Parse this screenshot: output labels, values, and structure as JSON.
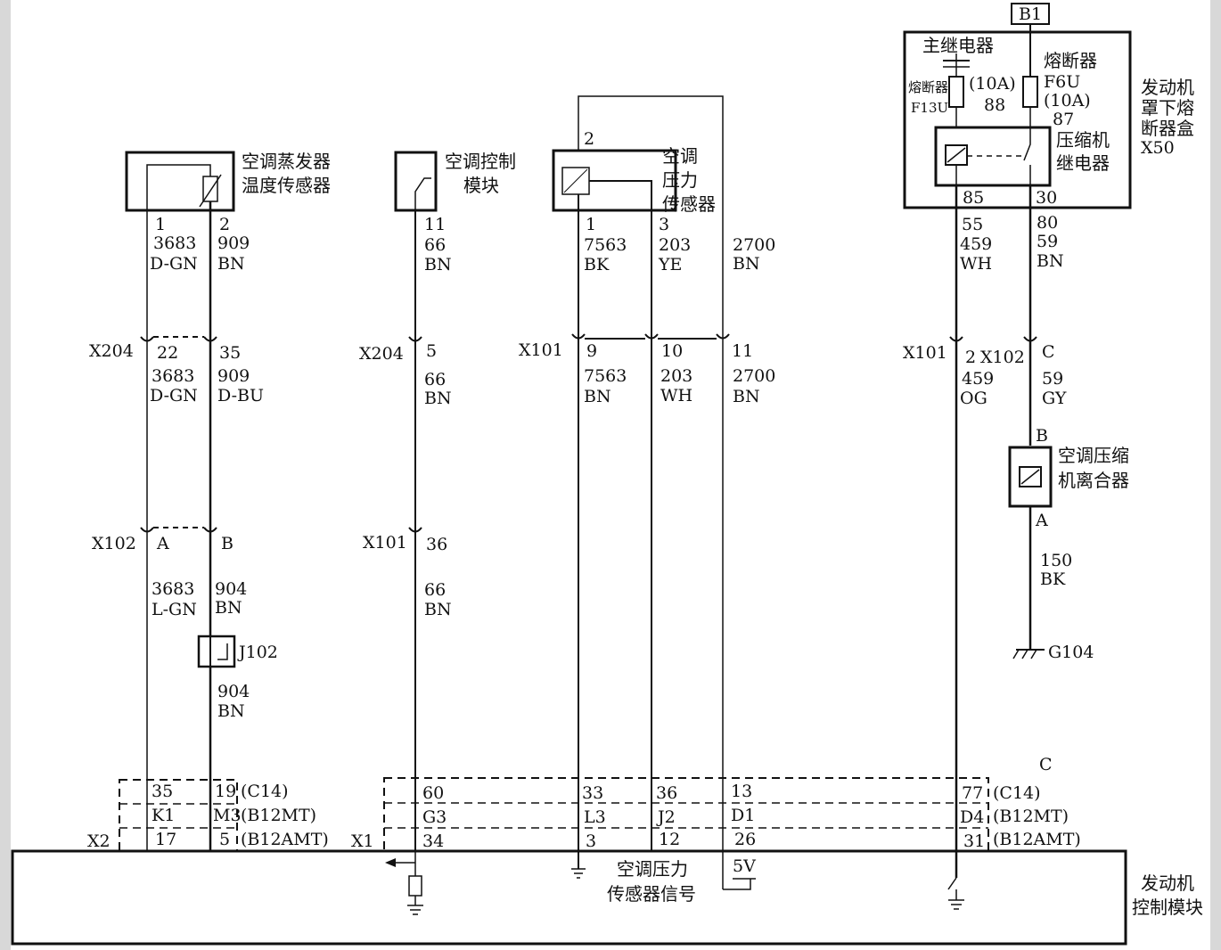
{
  "fuse_box": {
    "supply": "B1",
    "main_relay": "主继电器",
    "fuse_left_label": "熔断器",
    "fuse_left_rating": "(10A)",
    "fuse_left_id": "F13U",
    "fuse_left_pin": "88",
    "fuse_right_label": "熔断器",
    "fuse_right_id": "F6U",
    "fuse_right_rating": "(10A)",
    "fuse_right_pin": "87",
    "relay_l1": "压缩机",
    "relay_l2": "继电器",
    "pin_85": "85",
    "pin_30": "30",
    "box_l1": "发动机",
    "box_l2": "罩下熔",
    "box_l3": "断器盒",
    "box_id": "X50"
  },
  "components": {
    "evap_l1": "空调蒸发器",
    "evap_l2": "温度传感器",
    "ctrl_l1": "空调控制",
    "ctrl_l2": "模块",
    "press_l1": "空调",
    "press_l2": "压力",
    "press_l3": "传感器",
    "clutch_l1": "空调压缩",
    "clutch_l2": "机离合器",
    "clutch_pin_b": "B",
    "clutch_pin_a": "A",
    "ground_g104": "G104",
    "splice": "J102",
    "ecm_l1": "发动机",
    "ecm_l2": "控制模块",
    "ecm_signal_l1": "空调压力",
    "ecm_signal_l2": "传感器信号",
    "ecm_5v": "5V"
  },
  "wires": {
    "ev_pin1": "1",
    "ev_pin2": "2",
    "w1a_c": "3683",
    "w1a_k": "D-GN",
    "w2a_c": "909",
    "w2a_k": "BN",
    "x204": "X204",
    "x204_22": "22",
    "x204_35": "35",
    "w1b_c": "3683",
    "w1b_k": "D-GN",
    "w2b_c": "909",
    "w2b_k": "D-BU",
    "x102": "X102",
    "x102_a": "A",
    "x102_b": "B",
    "w1c_c": "3683",
    "w1c_k": "L-GN",
    "w2c_c": "904",
    "w2c_k": "BN",
    "w2d_c": "904",
    "w2d_k": "BN",
    "cm_pin": "11",
    "w3a_c": "66",
    "w3a_k": "BN",
    "x204b": "X204",
    "x204_5": "5",
    "w3b_c": "66",
    "w3b_k": "BN",
    "x101a": "X101",
    "x101_36": "36",
    "w3c_c": "66",
    "w3c_k": "BN",
    "ps_pin2": "2",
    "ps_pin1": "1",
    "ps_pin3": "3",
    "w4a_c": "7563",
    "w4a_k": "BK",
    "w5a_c": "203",
    "w5a_k": "YE",
    "w6a_c": "2700",
    "w6a_k": "BN",
    "x101b": "X101",
    "x101_9": "9",
    "x101_10": "10",
    "x101_11": "11",
    "w4b_c": "7563",
    "w4b_k": "BN",
    "w5b_c": "203",
    "w5b_k": "WH",
    "w6b_c": "2700",
    "w6b_k": "BN",
    "w7a_c": "55",
    "w7a_m": "459",
    "w7a_k": "WH",
    "w8a_c": "80",
    "w8a_m": "59",
    "w8a_k": "BN",
    "x101c": "X101",
    "x101_2": "2",
    "x102b": "X102",
    "x102_c": "C",
    "w7b_c": "459",
    "w7b_k": "OG",
    "w8b_c": "59",
    "w8b_k": "GY",
    "w9_c": "150",
    "w9_k": "BK"
  },
  "ecm_conn": {
    "x2": "X2",
    "x1": "X1",
    "c_mark": "C",
    "x2_r1": [
      "35",
      "19"
    ],
    "x2_r2": [
      "K1",
      "M3"
    ],
    "x2_r3": [
      "17",
      "5"
    ],
    "x1_r1": [
      "60",
      "33",
      "36",
      "13",
      "77"
    ],
    "x1_r2": [
      "G3",
      "L3",
      "J2",
      "D1",
      "D4"
    ],
    "x1_r3": [
      "34",
      "3",
      "12",
      "26",
      "31"
    ],
    "v1": "(C14)",
    "v2": "(B12MT)",
    "v3": "(B12AMT)",
    "v1b": "(C14)",
    "v2b": "(B12MT)",
    "v3b": "(B12AMT)"
  }
}
